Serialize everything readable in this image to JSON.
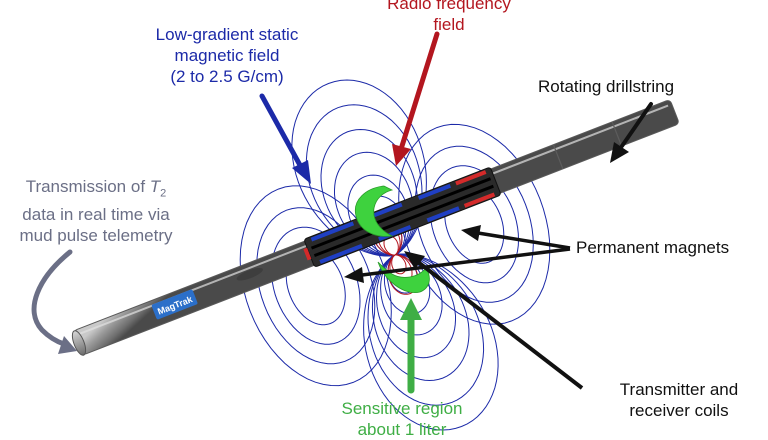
{
  "labels": {
    "low_gradient": {
      "line1": "Low-gradient static",
      "line2": "magnetic field",
      "line3": "(2 to 2.5 G/cm)"
    },
    "radio_frequency": {
      "line1": "Radio frequency",
      "line2": "field"
    },
    "drillstring": "Rotating drillstring",
    "transmission": {
      "line1_prefix": "Transmission of",
      "symbol": "T",
      "subscript": "2",
      "line2": "data in real time via",
      "line3": "mud pulse telemetry"
    },
    "magnets": "Permanent magnets",
    "coils": {
      "line1": "Transmitter and",
      "line2": "receiver coils"
    },
    "sensitive": {
      "line1": "Sensitive region",
      "line2": "about 1 liter"
    },
    "logo": "MagTrak"
  },
  "colors": {
    "static_field": "#1c2aa8",
    "rf_field": "#b3161f",
    "sensitive_region": "#3fae45",
    "transmission": "#6b6f86",
    "pipe": "#8c8c8c",
    "magnet_blue": "#1f3fc4",
    "magnet_red": "#d42a2a"
  }
}
